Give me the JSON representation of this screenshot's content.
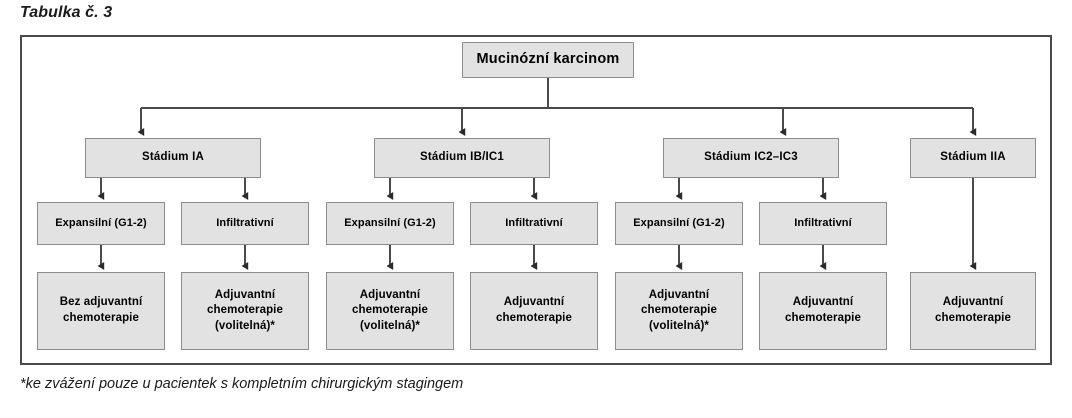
{
  "figure": {
    "title": "Tabulka č. 3",
    "footnote": "*ke zvážení pouze u pacientek s kompletním chirurgickým stagingem"
  },
  "colors": {
    "node_fill": "#e2e2e2",
    "node_border": "#8c8c8c",
    "frame_border": "#4a4a4a",
    "connector": "#4a4a4a",
    "text": "#000000",
    "background": "#ffffff"
  },
  "diagram": {
    "type": "flowchart",
    "root": {
      "label": "Mucinózní karcinom"
    },
    "stages": [
      {
        "label": "Stádium IA",
        "branches": [
          {
            "subtype": "Expansilní (G1-2)",
            "treatment": "Bez adjuvantní\nchemoterapie"
          },
          {
            "subtype": "Infiltrativní",
            "treatment": "Adjuvantní\nchemoterapie\n(volitelná)*"
          }
        ]
      },
      {
        "label": "Stádium IB/IC1",
        "branches": [
          {
            "subtype": "Expansilní (G1-2)",
            "treatment": "Adjuvantní\nchemoterapie\n(volitelná)*"
          },
          {
            "subtype": "Infiltrativní",
            "treatment": "Adjuvantní\nchemoterapie"
          }
        ]
      },
      {
        "label": "Stádium IC2–IC3",
        "branches": [
          {
            "subtype": "Expansilní (G1-2)",
            "treatment": "Adjuvantní\nchemoterapie\n(volitelná)*"
          },
          {
            "subtype": "Infiltrativní",
            "treatment": "Adjuvantní\nchemoterapie"
          }
        ]
      },
      {
        "label": "Stádium IIA",
        "branches": [
          {
            "subtype": null,
            "treatment": "Adjuvantní\nchemoterapie"
          }
        ]
      }
    ]
  }
}
